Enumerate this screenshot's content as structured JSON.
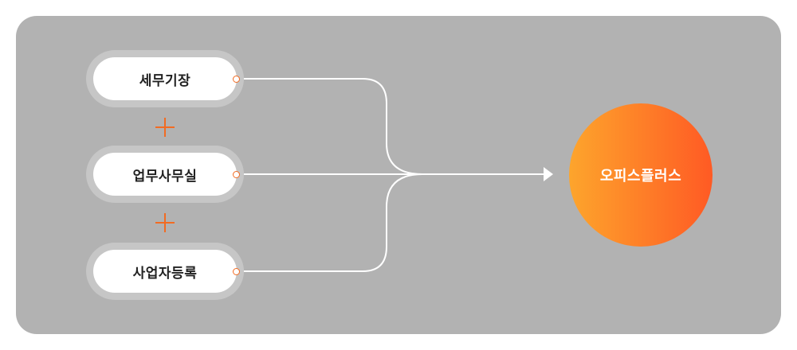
{
  "sources": [
    {
      "label": "세무기장"
    },
    {
      "label": "업무사무실"
    },
    {
      "label": "사업자등록"
    }
  ],
  "target": {
    "label": "오피스플러스"
  },
  "colors": {
    "accent": "#f26b22",
    "panel": "#b2b2b2",
    "gradient_start": "#fda52c",
    "gradient_end": "#ff5a24"
  }
}
